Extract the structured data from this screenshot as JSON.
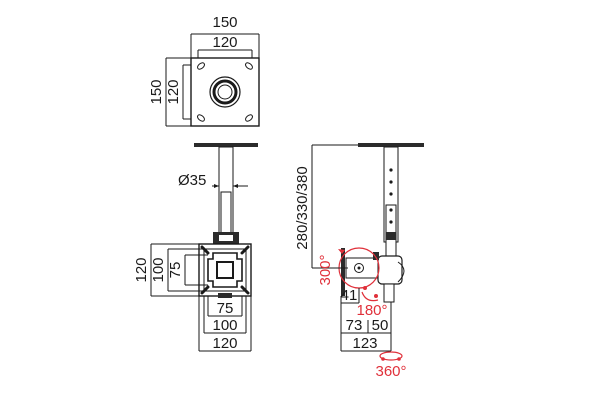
{
  "colors": {
    "line": "#1a1a1a",
    "accent": "#e0303a",
    "fill": "#ffffff",
    "dark": "#2b2b2b"
  },
  "top_view": {
    "outer_width": "150",
    "inner_width": "120",
    "outer_height": "150",
    "inner_height": "120"
  },
  "front_view": {
    "tube_diameter": "Ø35",
    "h_outer": "120",
    "h_mid": "100",
    "h_inner": "75",
    "w_inner": "75",
    "w_mid": "100",
    "w_outer": "120"
  },
  "side_view": {
    "height_options": "280/330/380",
    "tilt": "300°",
    "offset_a": "41",
    "pan": "180°",
    "offset_b": "73",
    "offset_c": "50",
    "depth": "123",
    "rotate": "360°"
  }
}
